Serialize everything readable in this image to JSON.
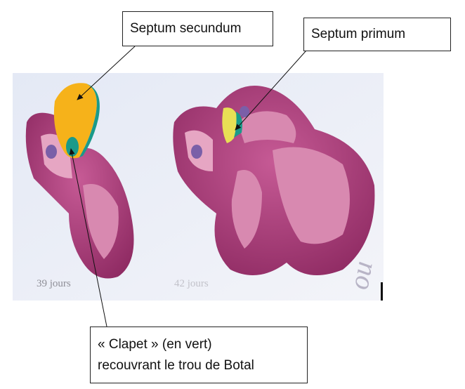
{
  "callouts": {
    "septum_secundum": "Septum secundum",
    "septum_primum": "Septum primum",
    "clapet_line1": "« Clapet » (en vert)",
    "clapet_line2": "recouvrant le trou de Botal"
  },
  "stages": {
    "left": "39 jours",
    "right": "42 jours"
  },
  "colors": {
    "heart": "#a83a78",
    "septum_secundum": "#f6b21a",
    "clapet": "#1a9a8a",
    "background": "#eef1f8"
  }
}
